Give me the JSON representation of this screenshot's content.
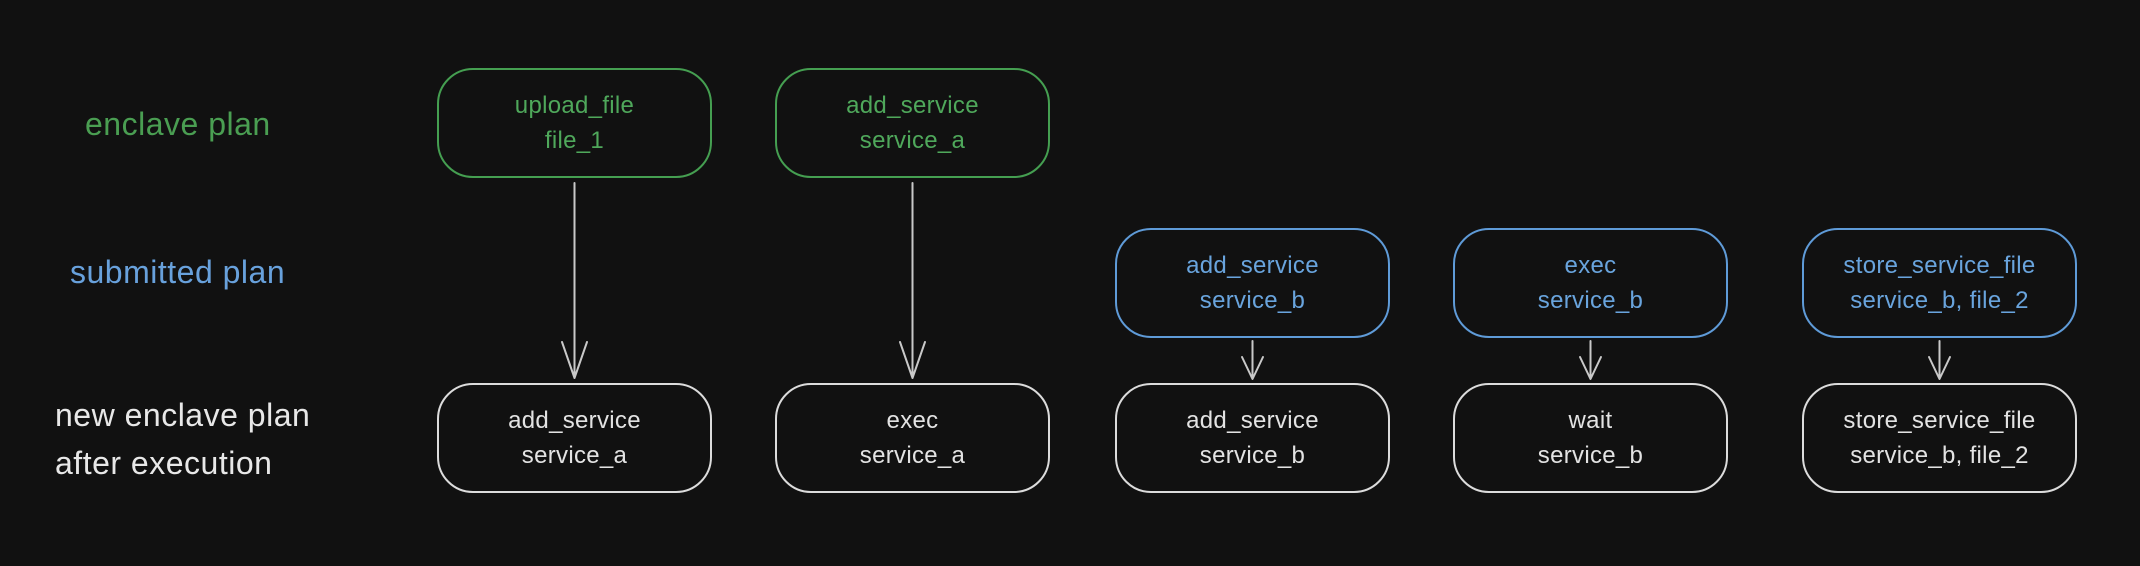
{
  "diagram": {
    "background": "#111111",
    "colors": {
      "enclave_plan": "#4a9e52",
      "submitted_plan": "#68a1dc",
      "new_enclave_plan": "#e8e8e8",
      "arrow": "#c9c9c9"
    },
    "row_labels": [
      {
        "id": "enclave-plan",
        "text": "enclave plan"
      },
      {
        "id": "submitted-plan",
        "text": "submitted plan"
      },
      {
        "id": "new-enclave-plan",
        "line1": "new enclave plan",
        "line2": "after execution"
      }
    ],
    "nodes": [
      {
        "row": "enclave plan",
        "line1": "upload_file",
        "line2": "file_1"
      },
      {
        "row": "enclave plan",
        "line1": "add_service",
        "line2": "service_a"
      },
      {
        "row": "submitted plan",
        "line1": "add_service",
        "line2": "service_b"
      },
      {
        "row": "submitted plan",
        "line1": "exec",
        "line2": "service_b"
      },
      {
        "row": "submitted plan",
        "line1": "store_service_file",
        "line2": "service_b, file_2"
      },
      {
        "row": "new enclave plan after execution",
        "line1": "add_service",
        "line2": "service_a"
      },
      {
        "row": "new enclave plan after execution",
        "line1": "exec",
        "line2": "service_a"
      },
      {
        "row": "new enclave plan after execution",
        "line1": "add_service",
        "line2": "service_b"
      },
      {
        "row": "new enclave plan after execution",
        "line1": "wait",
        "line2": "service_b"
      },
      {
        "row": "new enclave plan after execution",
        "line1": "store_service_file",
        "line2": "service_b, file_2"
      }
    ],
    "edges": [
      {
        "from": 0,
        "to": 5
      },
      {
        "from": 1,
        "to": 6
      },
      {
        "from": 2,
        "to": 7
      },
      {
        "from": 3,
        "to": 8
      },
      {
        "from": 4,
        "to": 9
      }
    ]
  }
}
